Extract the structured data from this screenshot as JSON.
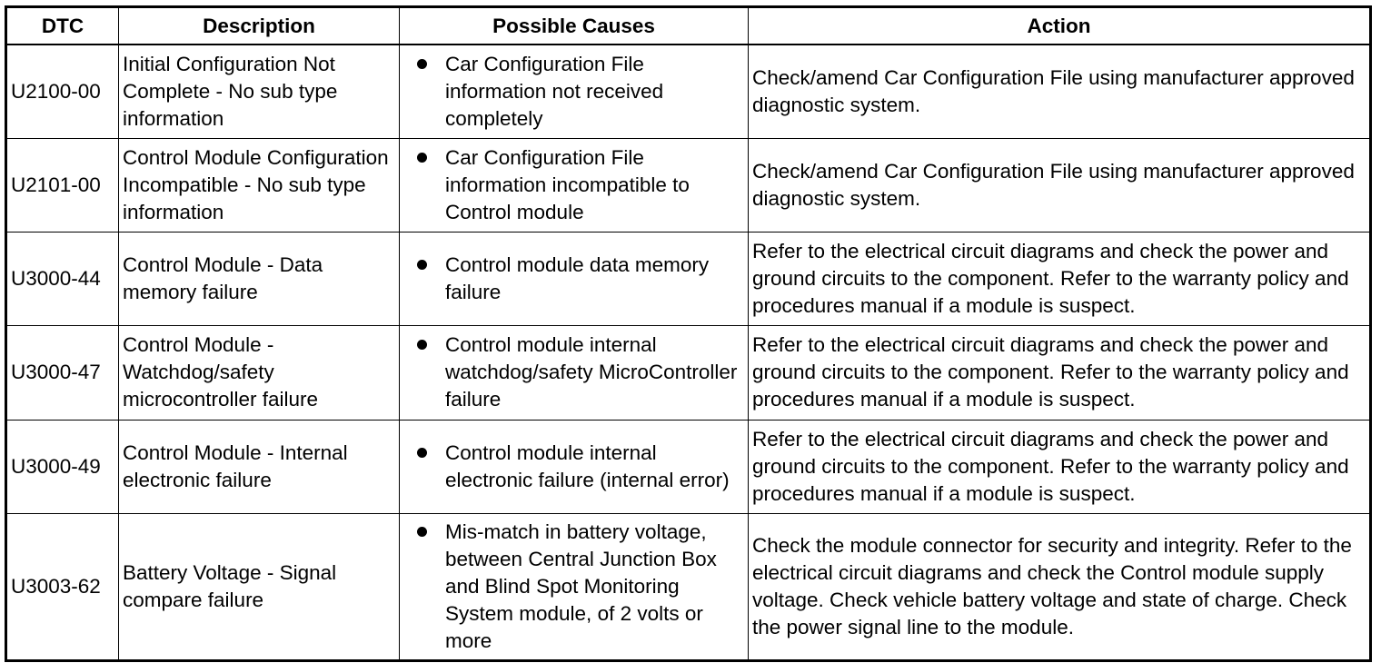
{
  "table": {
    "headers": {
      "dtc": "DTC",
      "description": "Description",
      "causes": "Possible Causes",
      "action": "Action"
    },
    "rows": [
      {
        "dtc": "U2100-00",
        "description": "Initial Configuration Not Complete - No sub type information",
        "cause": "Car Configuration File information not received completely",
        "action": "Check/amend Car Configuration File using manufacturer approved diagnostic system."
      },
      {
        "dtc": "U2101-00",
        "description": "Control Module Configuration Incompatible - No sub type information",
        "cause": "Car Configuration File information incompatible to Control module",
        "action": "Check/amend Car Configuration File using manufacturer approved diagnostic system."
      },
      {
        "dtc": "U3000-44",
        "description": "Control Module - Data memory failure",
        "cause": "Control module data memory failure",
        "action": "Refer to the electrical circuit diagrams and check the power and ground circuits to the component. Refer to the warranty policy and procedures manual if a module is suspect."
      },
      {
        "dtc": "U3000-47",
        "description": "Control Module - Watchdog/safety microcontroller failure",
        "cause": "Control module internal watchdog/safety MicroController failure",
        "action": "Refer to the electrical circuit diagrams and check the power and ground circuits to the component. Refer to the warranty policy and procedures manual if a module is suspect."
      },
      {
        "dtc": "U3000-49",
        "description": "Control Module - Internal electronic failure",
        "cause": "Control module internal electronic failure (internal error)",
        "action": "Refer to the electrical circuit diagrams and check the power and ground circuits to the component. Refer to the warranty policy and procedures manual if a module is suspect."
      },
      {
        "dtc": "U3003-62",
        "description": "Battery Voltage - Signal compare failure",
        "cause": "Mis-match in battery voltage, between Central Junction Box and Blind Spot Monitoring System module, of 2 volts or more",
        "action": "Check the module connector for security and integrity. Refer to the electrical circuit diagrams and check the Control module supply voltage. Check vehicle battery voltage and state of charge. Check the power signal line to the module."
      }
    ]
  }
}
